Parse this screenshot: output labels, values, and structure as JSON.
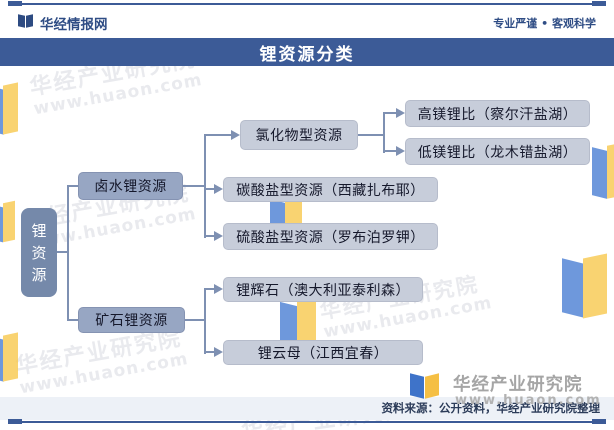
{
  "meta": {
    "brand": "华经情报网",
    "slogan": "专业严谨 • 客观科学",
    "title": "锂资源分类"
  },
  "tree": {
    "root": "锂资源",
    "brine": "卤水锂资源",
    "ore": "矿石锂资源",
    "chloride": "氯化物型资源",
    "carbonate": "碳酸盐型资源（西藏扎布耶）",
    "sulfate": "硫酸盐型资源（罗布泊罗钾）",
    "high_mg": "高镁锂比（察尔汗盐湖）",
    "low_mg": "低镁锂比（龙木错盐湖）",
    "spodumene": "锂辉石（澳大利亚泰利森）",
    "lepidolite": "锂云母（江西宜春）"
  },
  "footer": {
    "source": "资料来源：公开资料，华经产业研究院整理"
  },
  "logo": {
    "name": "华经产业研究院",
    "url": "www.huaon.com"
  },
  "watermark": {
    "text": "华经产业研究院",
    "url": "www.huaon.com"
  },
  "colors": {
    "navy": "#3c5b97",
    "root_bg": "#7589aa",
    "branch_bg": "#97a6c3",
    "leaf_bg": "#c7cdda",
    "connector": "#7e90b2",
    "footer_bg": "#edf1f7",
    "logo_blue": "#3e73c9",
    "logo_yellow": "#f5bf44"
  }
}
